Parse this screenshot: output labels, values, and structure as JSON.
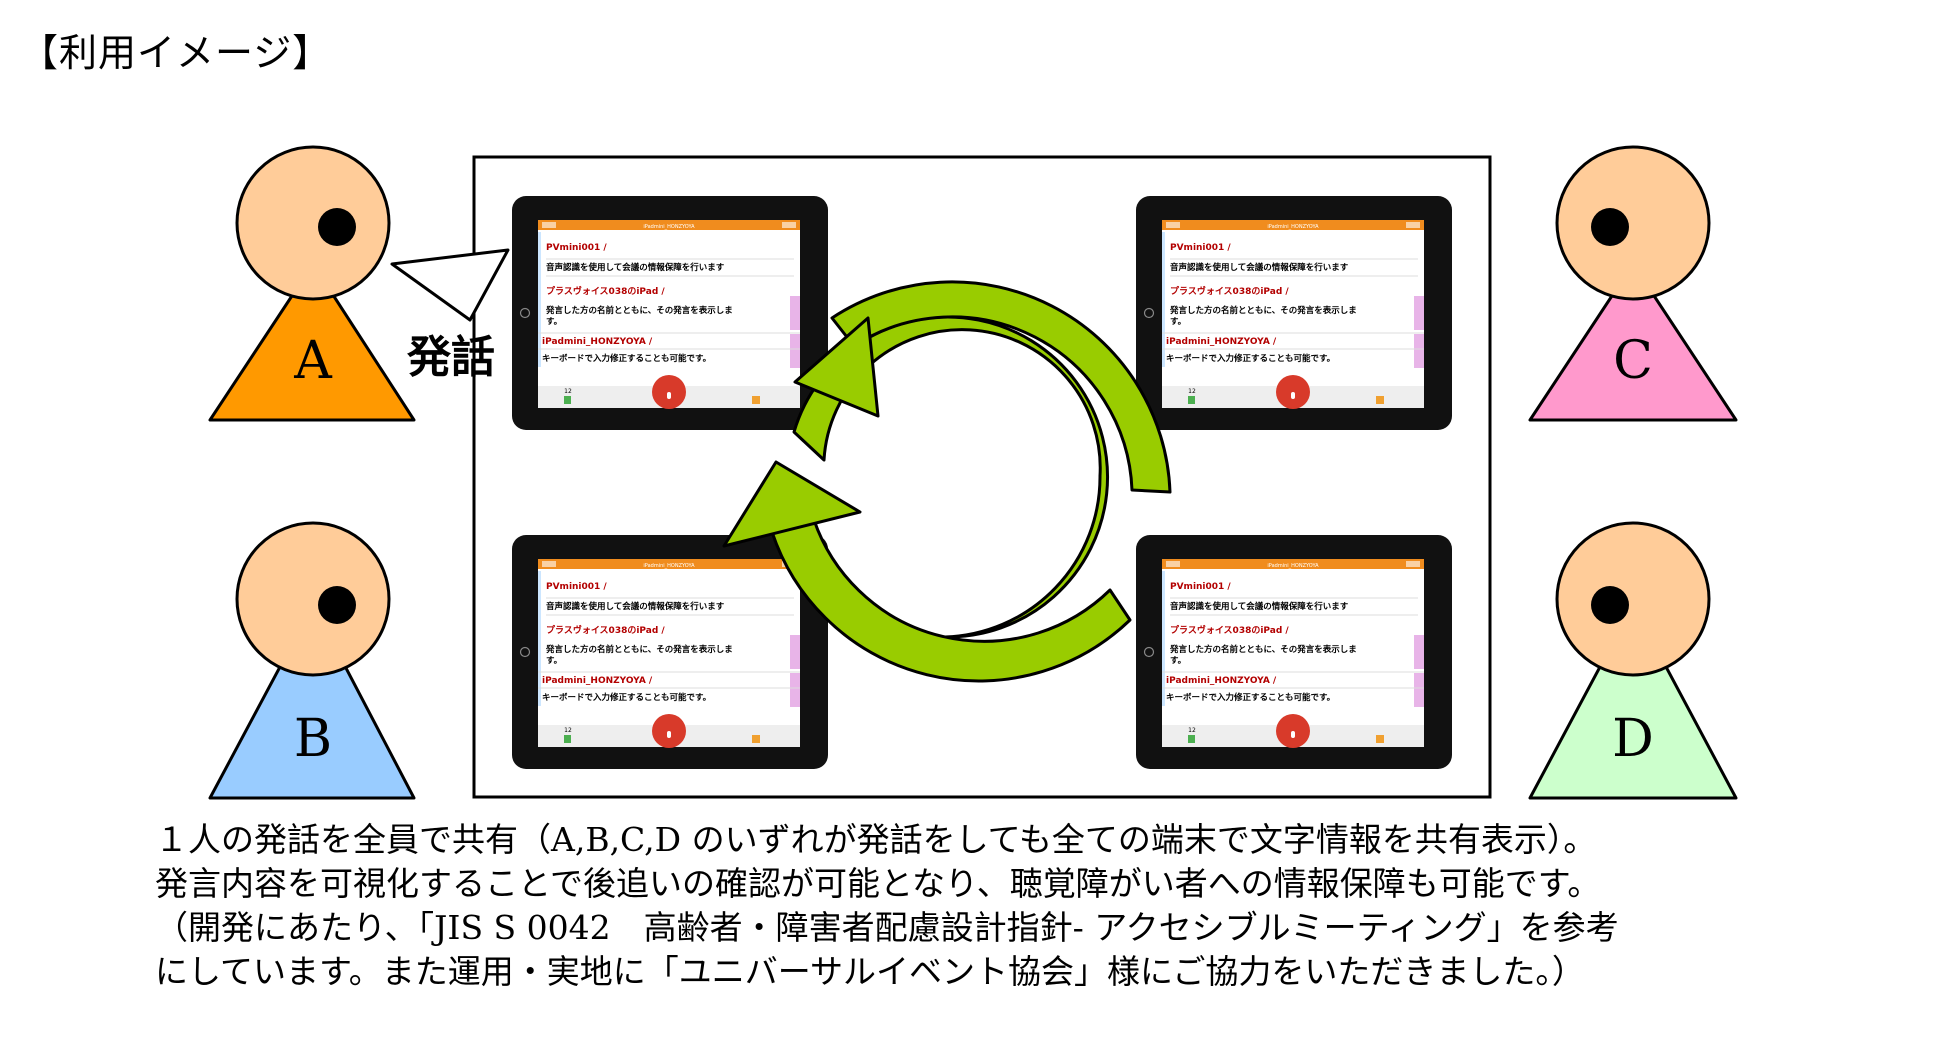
{
  "heading": "【利用イメージ】",
  "speech_label": "発話",
  "colors": {
    "person_a": "#ff9900",
    "person_b": "#99ccff",
    "person_c": "#ff99cc",
    "person_d": "#ccffcc",
    "head": "#ffcc99",
    "arrow": "#99cc00",
    "app_header": "#f08c1e",
    "record_button": "#d83a2a"
  },
  "persons": [
    {
      "letter": "A"
    },
    {
      "letter": "B"
    },
    {
      "letter": "C"
    },
    {
      "letter": "D"
    }
  ],
  "tablet_screen": {
    "header_title": "iPadmini_HONZYOYA",
    "messages": [
      {
        "speaker": "PVmini001 /",
        "text": "音声認識を使用して会議の情報保障を行います"
      },
      {
        "speaker": "プラスヴォイス038のiPad /",
        "text": "発言した方の名前とともに、その発言を表示します。"
      },
      {
        "speaker": "iPadmini_HONZYOYA /",
        "text": "キーボードで入力修正することも可能です。"
      }
    ],
    "footer_number": "12"
  },
  "caption_lines": [
    "１人の発話を全員で共有（A,B,C,D のいずれが発話をしても全ての端末で文字情報を共有表示）。",
    "発言内容を可視化することで後追いの確認が可能となり、聴覚障がい者への情報保障も可能です。",
    "（開発にあたり、「JIS S 0042　高齢者・障害者配慮設計指針‐ アクセシブルミーティング」を参考",
    "にしています。また運用・実地に「ユニバーサルイベント協会」様にご協力をいただきました。）"
  ]
}
